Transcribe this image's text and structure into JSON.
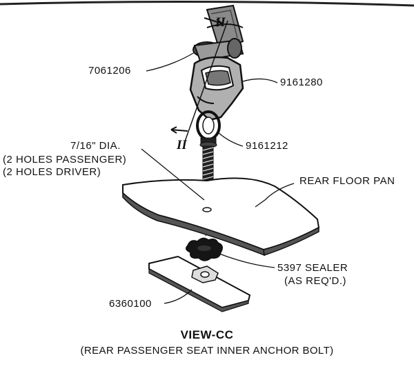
{
  "callouts": {
    "p7061206": "7061206",
    "p9161280": "9161280",
    "p9161212": "9161212",
    "hole_dia": "7/16\" DIA.",
    "holes_passenger": "(2 HOLES PASSENGER)",
    "holes_driver": "(2 HOLES DRIVER)",
    "rear_floor_pan": "REAR FLOOR PAN",
    "sealer": "5397 SEALER",
    "sealer_req": "(AS REQ'D.)",
    "p6360100": "6360100"
  },
  "section_marks": {
    "top": "II",
    "bottom": "II"
  },
  "caption": {
    "view": "VIEW-CC",
    "description": "(REAR PASSENGER SEAT INNER ANCHOR BOLT)"
  }
}
